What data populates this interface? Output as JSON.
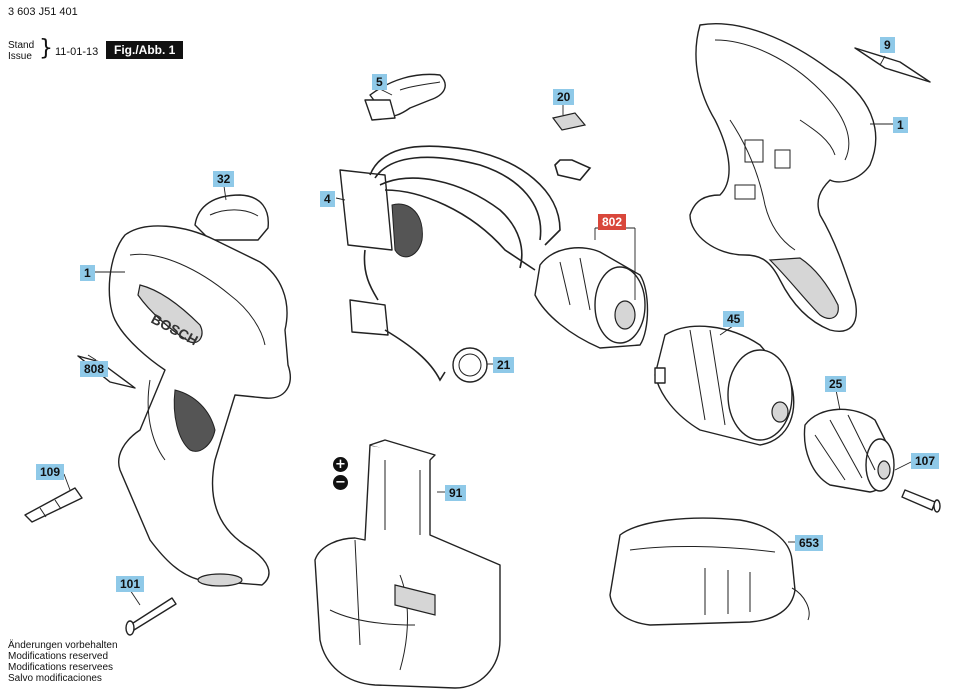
{
  "header": {
    "doc_number": "3 603 J51 401",
    "stand_label": "Stand",
    "issue_label": "Issue",
    "date": "11-01-13",
    "figure_label": "Fig./Abb. 1"
  },
  "footer": {
    "lines": [
      "Änderungen vorbehalten",
      "Modifications reserved",
      "Modifications reservees",
      "Salvo modificaciones"
    ]
  },
  "signs": {
    "plus": "+",
    "minus": "−"
  },
  "callouts": {
    "p9": "9",
    "p1_right": "1",
    "p5": "5",
    "p20": "20",
    "p32": "32",
    "p4": "4",
    "p802": "802",
    "p1_left": "1",
    "p45": "45",
    "p21": "21",
    "p808": "808",
    "p25": "25",
    "p107": "107",
    "p109": "109",
    "p91": "91",
    "p653": "653",
    "p101": "101"
  },
  "colors": {
    "callout_bg": "#8fc9e8",
    "highlight_bg": "#d9473b"
  },
  "labels": {
    "brand_text": "BOSCH"
  }
}
